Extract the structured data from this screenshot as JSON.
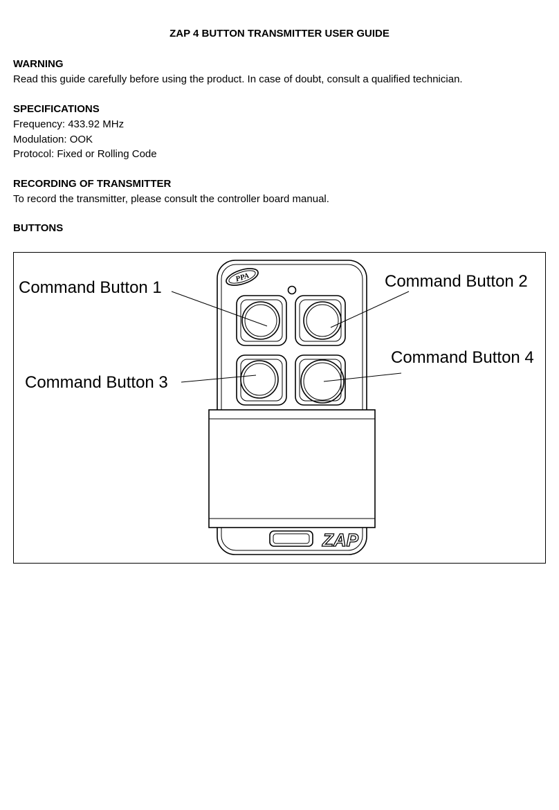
{
  "document": {
    "title": "ZAP 4 BUTTON TRANSMITTER USER GUIDE",
    "warning": {
      "heading": "WARNING",
      "text": "Read this guide carefully before using the product. In case of doubt, consult a qualified technician."
    },
    "specifications": {
      "heading": "SPECIFICATIONS",
      "frequency": "Frequency: 433.92 MHz",
      "modulation": "Modulation: OOK",
      "protocol": "Protocol: Fixed or Rolling Code"
    },
    "recording": {
      "heading": "RECORDING OF TRANSMITTER",
      "text": "To record the transmitter, please consult the controller board manual."
    },
    "buttons": {
      "heading": "BUTTONS"
    }
  },
  "figure": {
    "callouts": [
      "Command Button 1",
      "Command Button 2",
      "Command Button 3",
      "Command Button 4"
    ],
    "logo_text": "PPA",
    "brand_text": "ZAP"
  }
}
